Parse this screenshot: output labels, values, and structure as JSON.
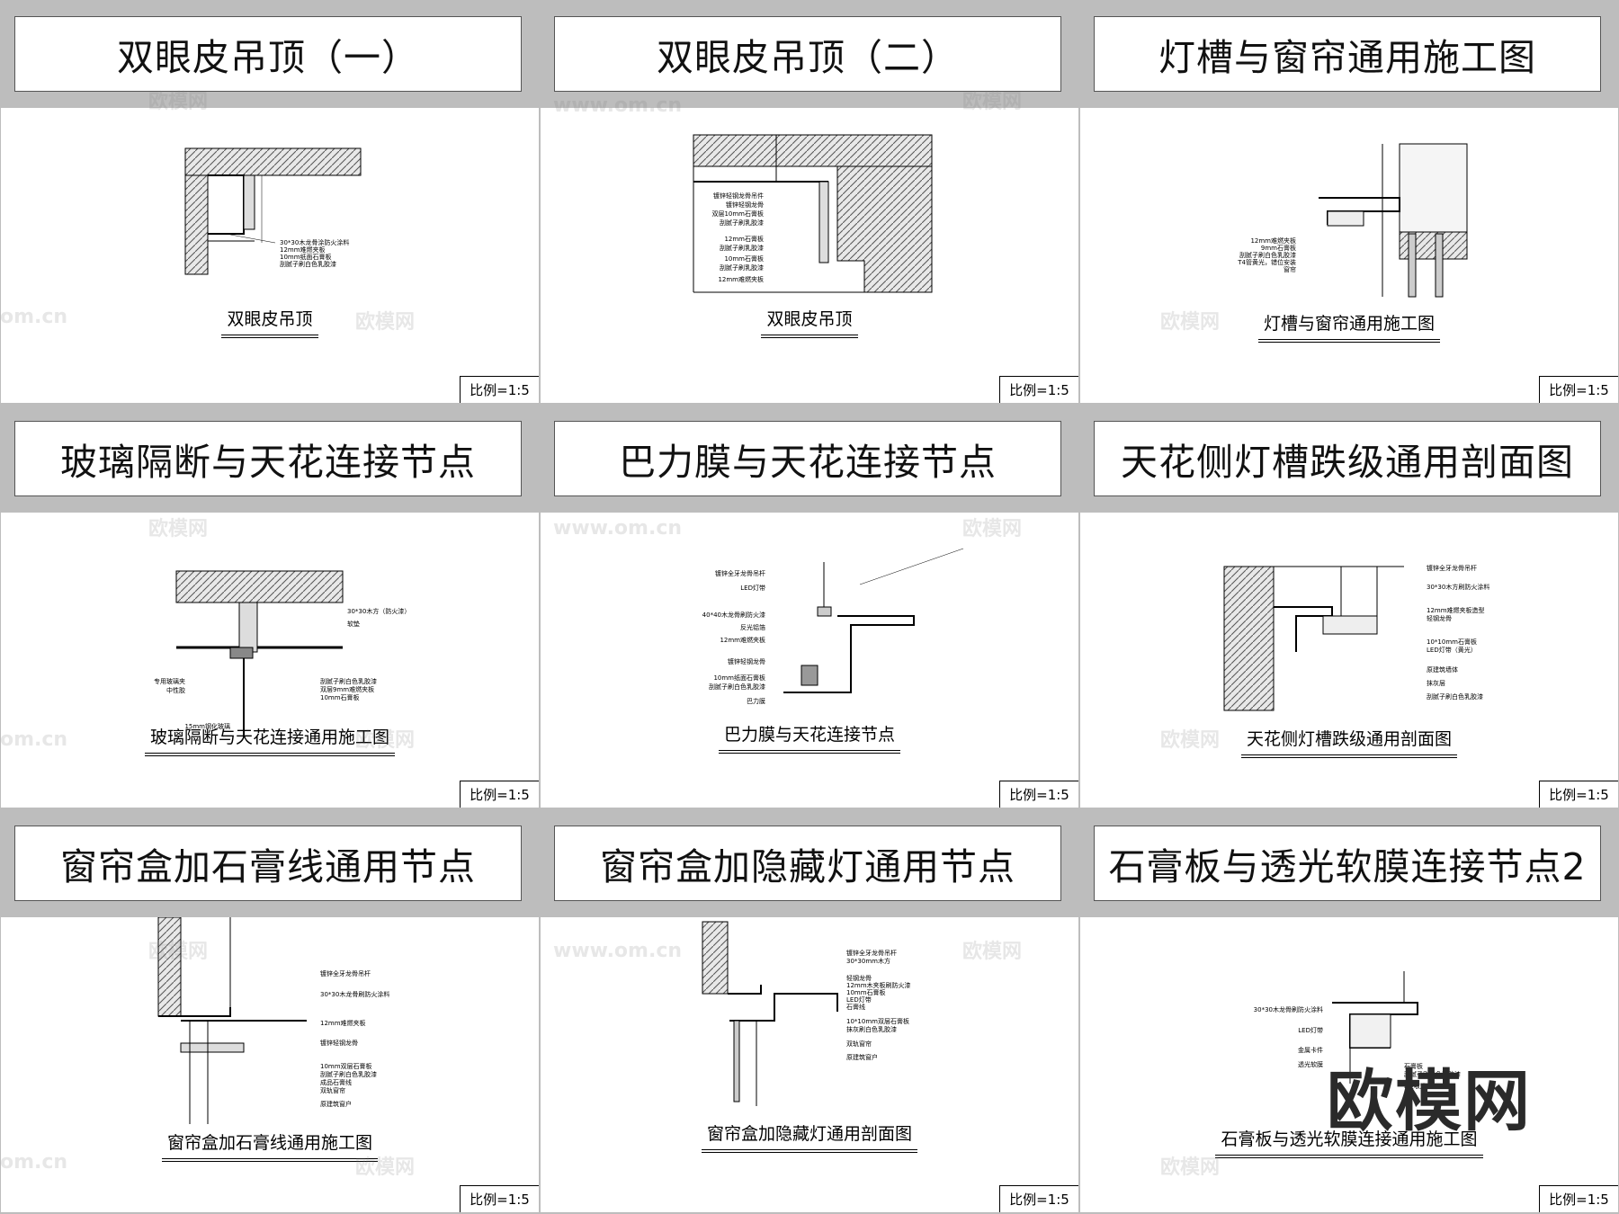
{
  "panels": [
    {
      "title": "双眼皮吊顶（一）",
      "caption": "双眼皮吊顶",
      "scale": "比例=1:5",
      "labels": [
        "30*30木龙骨涂防火涂料",
        "12mm难燃夹板",
        "10mm纸面石膏板",
        "刮腻子刷白色乳胶漆"
      ]
    },
    {
      "title": "双眼皮吊顶（二）",
      "caption": "双眼皮吊顶",
      "scale": "比例=1:5",
      "labels": [
        "镀锌轻钢龙骨吊件",
        "镀锌轻钢龙骨",
        "双层10mm石膏板",
        "刮腻子刷乳胶漆",
        "12mm石膏板",
        "刮腻子刷乳胶漆",
        "10mm石膏板",
        "刮腻子刷乳胶漆",
        "12mm难燃夹板"
      ]
    },
    {
      "title": "灯槽与窗帘通用施工图",
      "caption": "灯槽与窗帘通用施工图",
      "scale": "比例=1:5",
      "labels": [
        "12mm难燃夹板",
        "9mm石膏板",
        "刮腻子刷白色乳胶漆",
        "T4管黄光，错位安装",
        "窗帘"
      ]
    },
    {
      "title": "玻璃隔断与天花连接节点",
      "caption": "玻璃隔断与天花连接通用施工图",
      "scale": "比例=1:5",
      "labels": [
        "30*30木方（防火漆）",
        "软垫",
        "专用玻璃夹",
        "中性胶",
        "刮腻子刷白色乳胶漆",
        "双层9mm难燃夹板",
        "10mm石膏板",
        "15mm钢化玻璃"
      ]
    },
    {
      "title": "巴力膜与天花连接节点",
      "caption": "巴力膜与天花连接节点",
      "scale": "比例=1:5",
      "labels": [
        "镀锌全牙龙骨吊杆",
        "LED灯带",
        "40*40木龙骨刷防火漆",
        "反光铝箔",
        "12mm难燃夹板",
        "镀锌轻钢龙骨",
        "10mm纸面石膏板",
        "刮腻子刷白色乳胶漆",
        "巴力膜"
      ]
    },
    {
      "title": "天花侧灯槽跌级通用剖面图",
      "caption": "天花侧灯槽跌级通用剖面图",
      "scale": "比例=1:5",
      "labels": [
        "镀锌全牙龙骨吊杆",
        "30*30木方刷防火涂料",
        "12mm难燃夹板造型",
        "轻钢龙骨",
        "10*10mm石膏板",
        "LED灯带（黄光）",
        "原建筑墙体",
        "抹灰层",
        "刮腻子刷白色乳胶漆"
      ]
    },
    {
      "title": "窗帘盒加石膏线通用节点",
      "caption": "窗帘盒加石膏线通用施工图",
      "scale": "比例=1:5",
      "labels": [
        "镀锌全牙龙骨吊杆",
        "30*30木龙骨刷防火涂料",
        "12mm难燃夹板",
        "镀锌轻钢龙骨",
        "10mm双层石膏板",
        "刮腻子刷白色乳胶漆",
        "成品石膏线",
        "双轨窗帘",
        "原建筑窗户"
      ]
    },
    {
      "title": "窗帘盒加隐藏灯通用节点",
      "caption": "窗帘盒加隐藏灯通用剖面图",
      "scale": "比例=1:5",
      "labels": [
        "镀锌全牙龙骨吊杆",
        "30*30mm木方",
        "轻钢龙骨",
        "12mm木夹板刷防火漆",
        "10mm石膏板",
        "LED灯带",
        "石膏线",
        "10*10mm双层石膏板",
        "抹灰刷白色乳胶漆",
        "双轨窗帘",
        "原建筑窗户"
      ]
    },
    {
      "title": "石膏板与透光软膜连接节点2",
      "caption": "石膏板与透光软膜连接通用施工图",
      "scale": "比例=1:5",
      "labels": [
        "30*30木龙骨刷防火涂料",
        "LED灯带",
        "金属卡件",
        "透光软膜",
        "石膏板",
        "刮腻子刷白色乳胶漆",
        "L型收边条"
      ]
    }
  ],
  "watermark": {
    "text_cn": "欧模网",
    "text_url": "www.om.cn",
    "text_short": "om.cn"
  },
  "logo": "欧模网"
}
